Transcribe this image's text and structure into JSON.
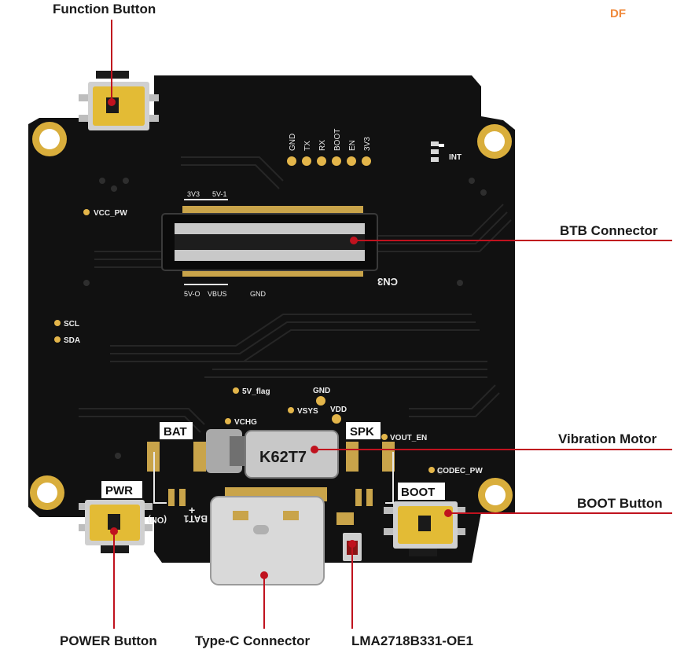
{
  "watermark": "DF",
  "callouts": {
    "function_button": "Function Button",
    "btb_connector": "BTB Connector",
    "vibration_motor": "Vibration Motor",
    "boot_button": "BOOT Button",
    "power_button": "POWER Button",
    "typec_connector": "Type-C Connector",
    "lma": "LMA2718B331-OE1"
  },
  "silkscreen": {
    "header_pins": [
      "GND",
      "TX",
      "RX",
      "BOOT",
      "EN",
      "3V3"
    ],
    "int": "INT",
    "vcc_pw": "VCC_PW",
    "v33": "3V3",
    "v5": "5V-1",
    "v5o": "5V-O",
    "vbus": "VBUS",
    "gnd_btb": "GND",
    "cn3": "CN3",
    "scl": "SCL",
    "sda": "SDA",
    "v5_flag": "5V_flag",
    "gnd_mid": "GND",
    "vsys": "VSYS",
    "vdd": "VDD",
    "vchg": "VCHG",
    "bat": "BAT",
    "spk": "SPK",
    "vout_en": "VOUT_EN",
    "motor_marking": "K62T7",
    "codec_pw": "CODEC_PW",
    "pwr": "PWR",
    "boot": "BOOT",
    "bat1": "BAT1",
    "plus": "+",
    "on": "(ON)"
  },
  "colors": {
    "board": "#111111",
    "gold": "#d9ae3c",
    "callout_line": "#c0121e",
    "trace": "#2a2a2a"
  }
}
